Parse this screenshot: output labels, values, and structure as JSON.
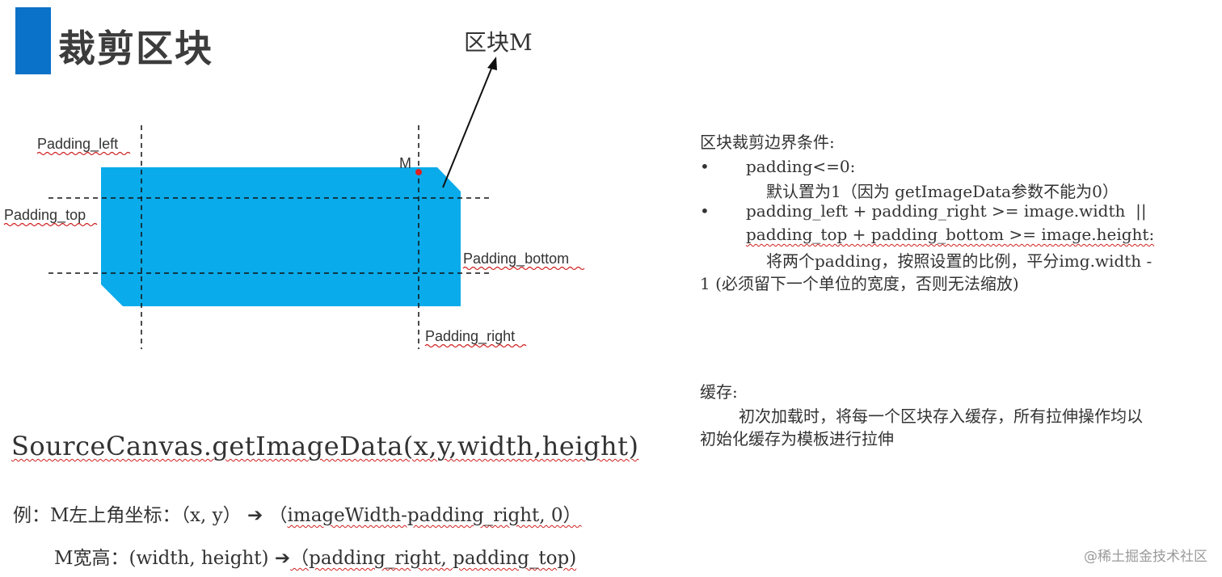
{
  "slide": {
    "title": "裁剪区块",
    "accent_color": "#0a72c8"
  },
  "diagram": {
    "block_label": "区块M",
    "point_label": "M",
    "labels": {
      "padding_left": "Padding_left",
      "padding_top": "Padding_top",
      "padding_bottom": "Padding_bottom",
      "padding_right": "Padding_right"
    },
    "block_color": "#0aabea",
    "point_color": "#e02020"
  },
  "code": {
    "call": "SourceCanvas.getImageData(x,y,width,height)",
    "example_prefix": "例：M左上角坐标：（x, y）",
    "example_arrow": "➔",
    "example_mid": "（",
    "example_value": "imageWidth-padding_right, 0）",
    "size_prefix": "M宽高：(width, height)",
    "size_arrow": "➔",
    "size_value": "（padding_right, padding_top)"
  },
  "notes": {
    "heading": "区块裁剪边界条件:",
    "bullet1": "padding<=0:",
    "bullet1_detail": "默认置为1（因为 getImageData参数不能为0）",
    "bullet2_a": "padding_left + padding_right >= image.width  ||",
    "bullet2_b": "padding_top + padding_bottom >= image.height:",
    "bullet2_detail": "将两个padding，按照设置的比例，平分img.width -",
    "bullet2_detail2": "1 (必须留下一个单位的宽度，否则无法缩放)",
    "bullet_char": "•",
    "cache_heading": "缓存:",
    "cache_line1": "初次加载时，将每一个区块存入缓存，所有拉伸操作均以",
    "cache_line2": "初始化缓存为模板进行拉伸"
  },
  "watermark": "@稀土掘金技术社区"
}
